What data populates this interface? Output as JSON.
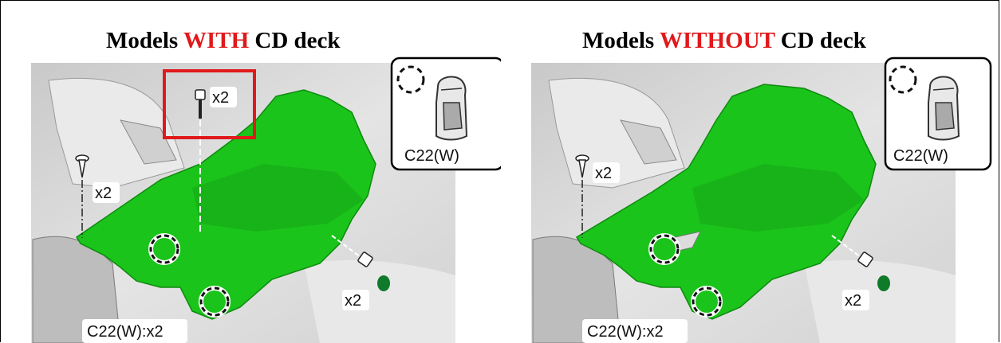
{
  "panels": [
    {
      "title_prefix": "Models ",
      "title_highlight": "WITH",
      "title_suffix": " CD deck",
      "callout_label": "C22(W)",
      "qty_labels": [
        "x2",
        "x2",
        "x2"
      ],
      "bottom_label": "C22(W):x2"
    },
    {
      "title_prefix": "Models ",
      "title_highlight": "WITHOUT",
      "title_suffix": " CD deck",
      "callout_label": "C22(W)",
      "qty_labels": [
        "x2",
        "x2"
      ],
      "bottom_label": "C22(W):x2"
    }
  ],
  "colors": {
    "part_green": "#1bc41b",
    "highlight_red": "#e0191b",
    "background_gray": "#d9d9d9"
  }
}
